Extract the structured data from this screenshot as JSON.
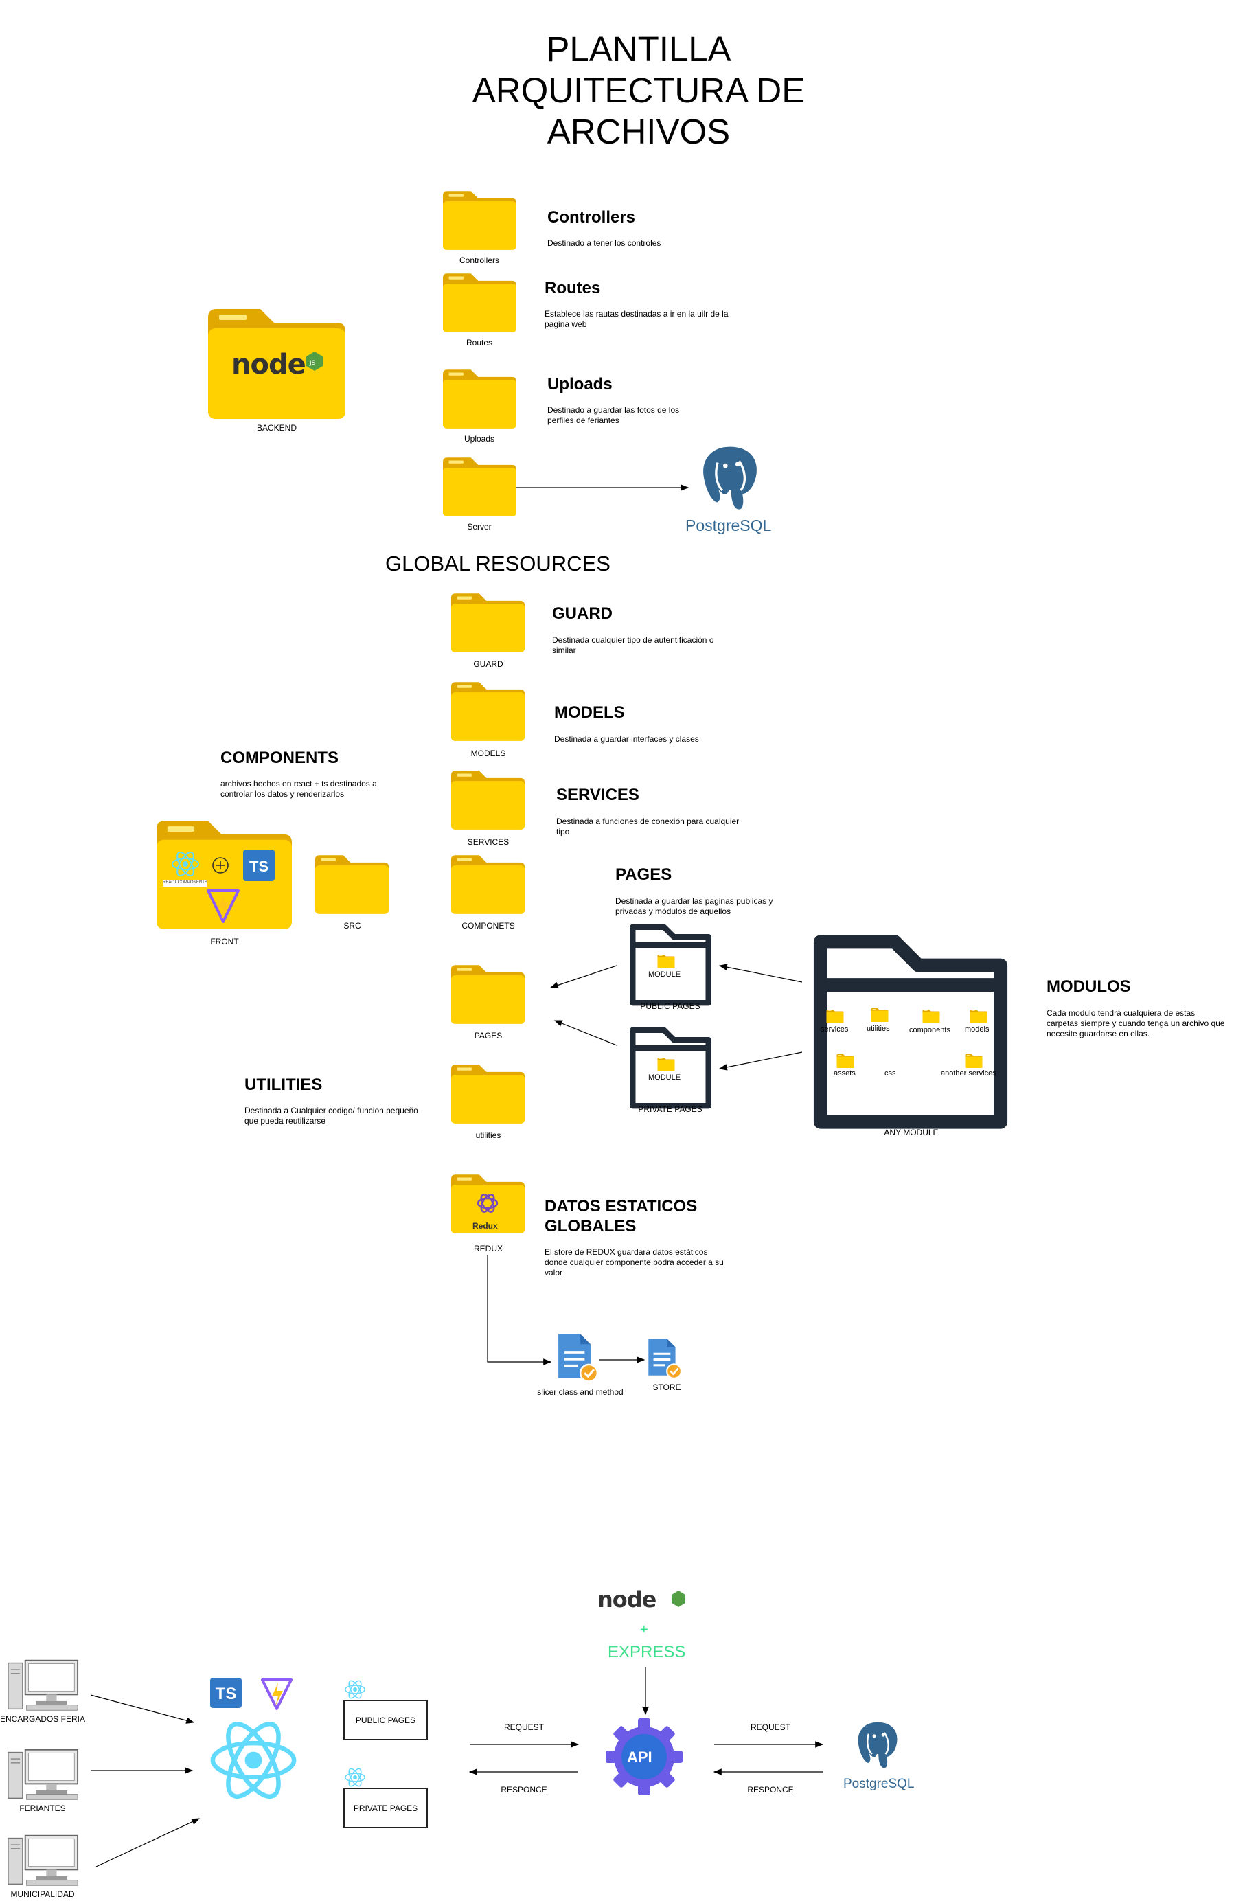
{
  "title": "PLANTILLA ARQUITECTURA DE ARCHIVOS",
  "backend": {
    "label": "BACKEND",
    "logo": "node",
    "folders": [
      {
        "caption": "Controllers",
        "heading": "Controllers",
        "desc": "Destinado a tener los controles"
      },
      {
        "caption": "Routes",
        "heading": "Routes",
        "desc": "Establece las rautas destinadas a ir en la uilr de la pagina web"
      },
      {
        "caption": "Uploads",
        "heading": "Uploads",
        "desc": "Destinado a guardar las fotos de los perfiles de feriantes"
      },
      {
        "caption": "Server",
        "heading": "",
        "desc": ""
      }
    ],
    "database_label": "PostgreSQL"
  },
  "global_resources": {
    "title": "GLOBAL RESOURCES",
    "folders": [
      {
        "caption": "GUARD",
        "heading": "GUARD",
        "desc": "Destinada cualquier tipo de autentificación o similar"
      },
      {
        "caption": "MODELS",
        "heading": "MODELS",
        "desc": "Destinada a guardar interfaces y  clases"
      },
      {
        "caption": "SERVICES",
        "heading": "SERVICES",
        "desc": "Destinada a funciones de conexión para cualquier tipo"
      },
      {
        "caption": "COMPONETS",
        "heading": "",
        "desc": ""
      },
      {
        "caption": "PAGES",
        "heading": "",
        "desc": ""
      },
      {
        "caption": "utilities",
        "heading": "",
        "desc": ""
      }
    ]
  },
  "components": {
    "heading": "COMPONENTS",
    "desc": "archivos hechos en react + ts destinados a controlar los datos y renderizarlos"
  },
  "front": {
    "label": "FRONT",
    "src_label": "SRC",
    "react_caption": "REACT COMPONENTS",
    "ts_badge": "TS"
  },
  "pages": {
    "heading": "PAGES",
    "desc": "Destinada a guardar las paginas publicas y privadas y módulos de aquellos",
    "public": {
      "inner": "MODULE",
      "caption": "PUBLIC PAGES"
    },
    "private": {
      "inner": "MODULE",
      "caption": "PRIVATE PAGES"
    }
  },
  "modulos": {
    "heading": "MODULOS",
    "desc": "Cada modulo tendrá cualquiera de estas carpetas siempre y cuando tenga un archivo que necesite guardarse en ellas.",
    "caption": "ANY  MODULE",
    "items": [
      "services",
      "utilities",
      "components",
      "models",
      "assets",
      "css",
      "another services"
    ]
  },
  "utilities": {
    "heading": "UTILITIES",
    "desc": "Destinada a Cualquier codigo/ funcion pequeño que pueda reutilizarse"
  },
  "redux": {
    "heading": "DATOS ESTATICOS GLOBALES",
    "desc": "El store de REDUX guardara datos estáticos donde cualquier componente podra acceder a su valor",
    "caption": "REDUX",
    "logo_text": "Redux",
    "slicer": "slicer class and method",
    "store": "STORE"
  },
  "flow": {
    "clients": [
      "ENCARGADOS FERIA",
      "FERIANTES",
      "MUNICIPALIDAD"
    ],
    "public_pages": "PUBLIC PAGES",
    "private_pages": "PRIVATE PAGES",
    "plus": "+",
    "express": "EXPRESS",
    "api": "API",
    "request": "REQUEST",
    "responce": "RESPONCE",
    "database_label": "PostgreSQL",
    "ts_badge": "TS"
  },
  "colors": {
    "folder_body": "#FFD100",
    "folder_tab": "#E0A800",
    "node_green": "#539E43",
    "postgres_blue": "#336791",
    "react_cyan": "#61DAFB",
    "ts_blue": "#3178C6",
    "express_green": "#3CE08A",
    "api_purple": "#6B5BE6",
    "doc_blue": "#4A90D9",
    "check_orange": "#F5A623"
  }
}
